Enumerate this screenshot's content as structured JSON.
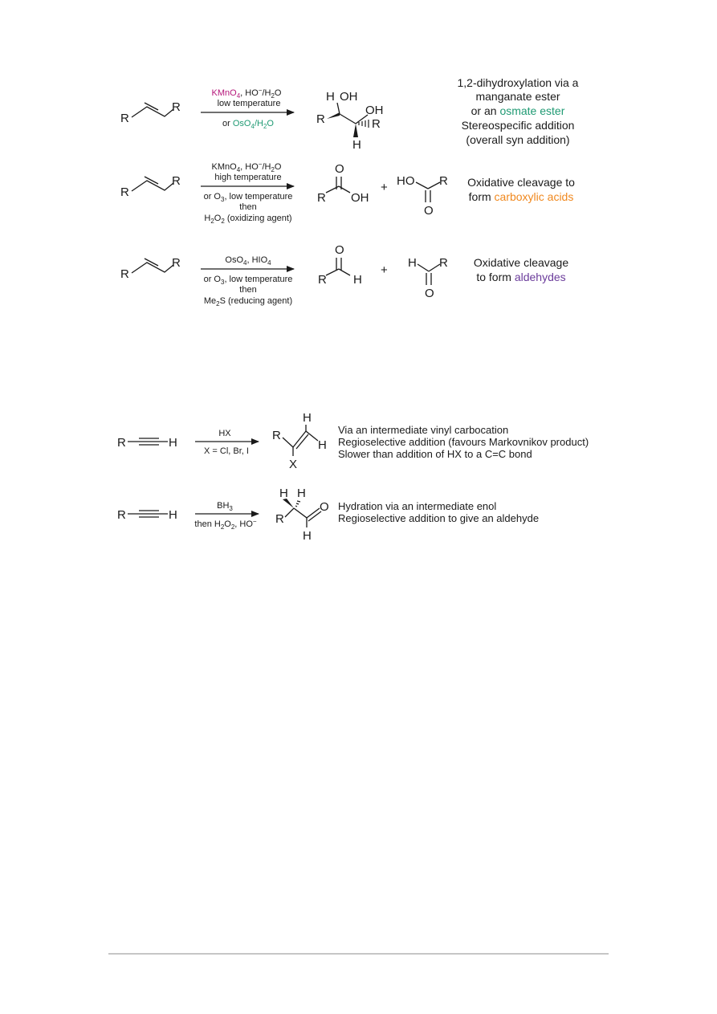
{
  "colors": {
    "magenta": "#b5177a",
    "blue": "#1a6bb0",
    "green": "#1f9a73",
    "red": "#d7261f",
    "orange": "#f0881e",
    "purple": "#6b3c9b",
    "black": "#1a1a1a"
  },
  "atoms": {
    "R": "R",
    "H": "H",
    "O": "O",
    "X": "X",
    "OH": "OH",
    "HO": "HO"
  },
  "ops": {
    "plus": "+"
  },
  "r1": {
    "reagent_a": "KMnO",
    "reagent_a_sub": "4",
    "reagent_a_rest": ", HO",
    "reagent_a_sup": "−",
    "reagent_a_tail": "/H",
    "reagent_a_sub2": "2",
    "reagent_a_end": "O",
    "condition": "low temperature",
    "alt_prefix": "or ",
    "alt_reagent": "OsO",
    "alt_sub": "4",
    "alt_rest": "/H",
    "alt_sub2": "2",
    "alt_end": "O",
    "desc_line1": "1,2-dihydroxylation via a",
    "desc_line2": "manganate ester",
    "desc_line3_a": "or an ",
    "desc_line3_b": "osmate ester",
    "desc_line4": "Stereospecific addition",
    "desc_line5": "(overall syn addition)"
  },
  "r2": {
    "reagent_a": "KMnO",
    "reagent_a_sub": "4",
    "reagent_a_rest": ", HO",
    "reagent_a_sup": "−",
    "reagent_a_tail": "/H",
    "reagent_a_sub2": "2",
    "reagent_a_end": "O",
    "condition": "high temperature",
    "alt1_a": "or O",
    "alt1_sub": "3",
    "alt1_b": ", low temperature",
    "alt2": "then",
    "alt3_a": "H",
    "alt3_sub": "2",
    "alt3_b": "O",
    "alt3_sub2": "2",
    "alt3_c": " (oxidizing agent)",
    "desc_line1": "Oxidative cleavage to",
    "desc_line2_a": "form ",
    "desc_line2_b": "carboxylic acids"
  },
  "r3": {
    "reagent_a": "OsO",
    "reagent_a_sub": "4",
    "reagent_a_rest": ", HIO",
    "reagent_a_sub2": "4",
    "alt1_a": "or O",
    "alt1_sub": "3",
    "alt1_b": ", low temperature",
    "alt2": "then",
    "alt3_a": "Me",
    "alt3_sub": "2",
    "alt3_b": "S (reducing agent)",
    "desc_line1": "Oxidative cleavage",
    "desc_line2_a": "to form ",
    "desc_line2_b": "aldehydes"
  },
  "r4": {
    "reagent": "HX",
    "condition": "X = Cl, Br, I",
    "desc_line1": "Via an intermediate vinyl carbocation",
    "desc_line2": "Regioselective addition (favours Markovnikov product)",
    "desc_line3": "Slower than addition of HX to a C=C bond"
  },
  "r5": {
    "reagent_a": "BH",
    "reagent_a_sub": "3",
    "cond_a": "then H",
    "cond_sub": "2",
    "cond_b": "O",
    "cond_sub2": "2",
    "cond_c": ", HO",
    "cond_sup": "−",
    "desc_line1": "Hydration via an intermediate enol",
    "desc_line2": "Regioselective addition to give an aldehyde"
  }
}
